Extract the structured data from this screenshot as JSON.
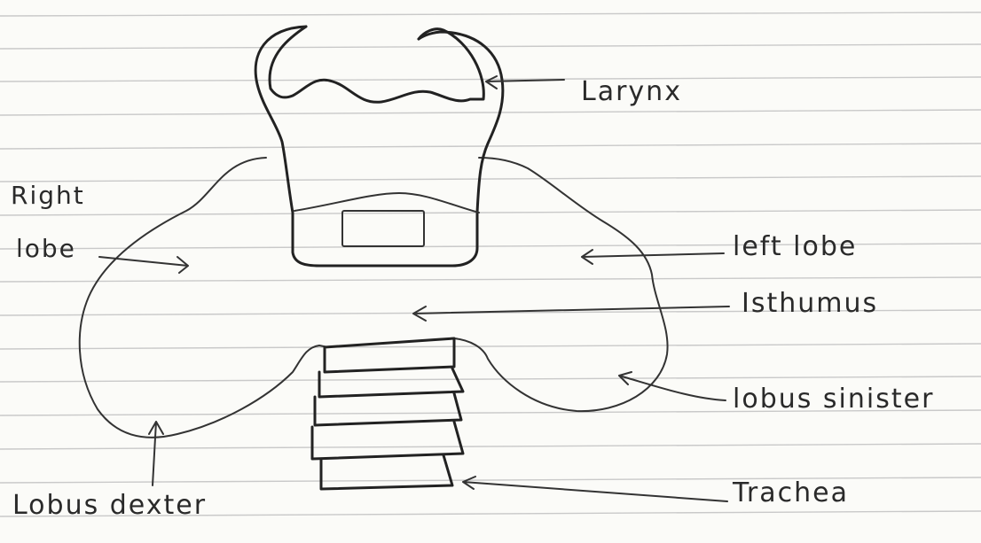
{
  "labels": {
    "larynx": "Larynx",
    "right_lobe_line1": "Right",
    "right_lobe_line2": "lobe",
    "left_lobe": "left lobe",
    "isthmus": "Isthumus",
    "lobus_sinister": "lobus sinister",
    "lobus_dexter": "Lobus dexter",
    "trachea": "Trachea"
  }
}
